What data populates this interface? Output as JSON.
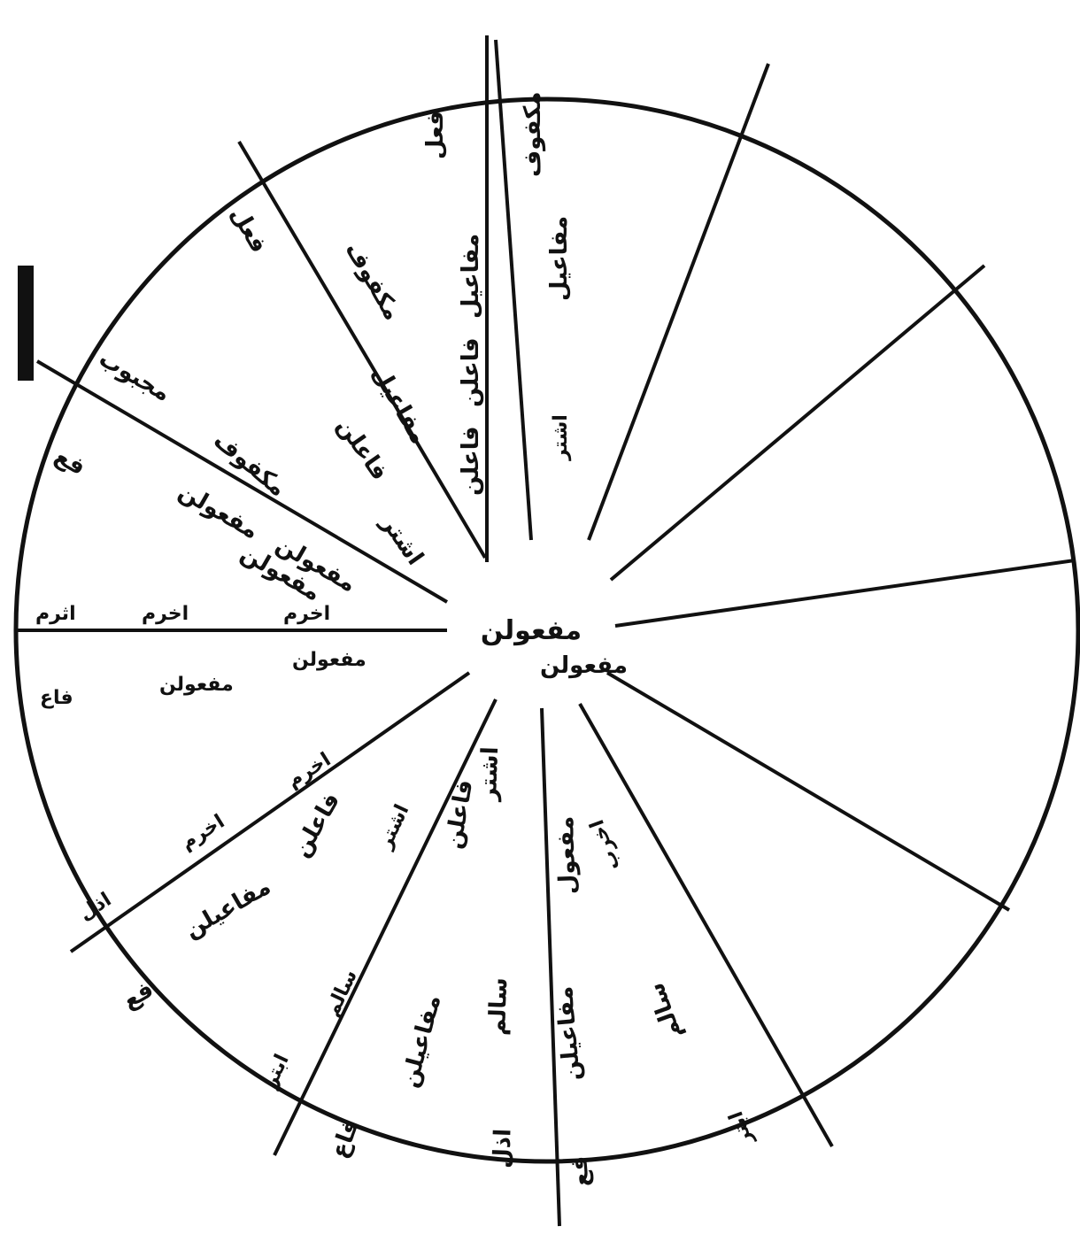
{
  "center_label": "مفعولن",
  "segment_labels": [
    {
      "id": "s1a",
      "text": "مفعولن"
    },
    {
      "id": "s1b",
      "text": "مفعولن"
    },
    {
      "id": "s1c",
      "text": "فع"
    },
    {
      "id": "s2a",
      "text": "اخرم"
    },
    {
      "id": "s2b",
      "text": "اخرم"
    },
    {
      "id": "s2c",
      "text": "اثرم"
    },
    {
      "id": "s3a",
      "text": "مفعولن"
    },
    {
      "id": "s3b",
      "text": "مفعولن"
    },
    {
      "id": "s3c",
      "text": "فاع"
    },
    {
      "id": "s4a",
      "text": "اخرم"
    },
    {
      "id": "s4b",
      "text": "اخرم"
    },
    {
      "id": "s4c",
      "text": "اذل"
    },
    {
      "id": "s5a",
      "text": "فاعلن"
    },
    {
      "id": "s5b",
      "text": "مفاعيلن"
    },
    {
      "id": "s5c",
      "text": "فع"
    },
    {
      "id": "s6a",
      "text": "اشتر"
    },
    {
      "id": "s6b",
      "text": "سالم"
    },
    {
      "id": "s6c",
      "text": "ابتر"
    },
    {
      "id": "s7a",
      "text": "فاعلن"
    },
    {
      "id": "s7b",
      "text": "مفاعيلن"
    },
    {
      "id": "s7c",
      "text": "فاع"
    },
    {
      "id": "s8a",
      "text": "اشتر"
    },
    {
      "id": "s8b",
      "text": "سالم"
    },
    {
      "id": "s8c",
      "text": "اذل"
    },
    {
      "id": "s9a",
      "text": "مفعول"
    },
    {
      "id": "s9b",
      "text": "مفاعيلن"
    },
    {
      "id": "s9c",
      "text": "فع"
    },
    {
      "id": "s10a",
      "text": "اخرب"
    },
    {
      "id": "s10b",
      "text": "سالم"
    },
    {
      "id": "s10c",
      "text": "ابتر"
    },
    {
      "id": "s11a",
      "text": "مفعولن"
    },
    {
      "id": "s12a",
      "text": "اشتر"
    },
    {
      "id": "s12b",
      "text": "فاعلن"
    },
    {
      "id": "s12c",
      "text": "مکفوف"
    },
    {
      "id": "s12d",
      "text": "مفعولن"
    },
    {
      "id": "s13a",
      "text": "فاعلن"
    },
    {
      "id": "s13b",
      "text": "مفاعيل"
    },
    {
      "id": "s13c",
      "text": "مکفوف"
    },
    {
      "id": "s13d",
      "text": "فعل"
    },
    {
      "id": "s14a",
      "text": "اشتر"
    },
    {
      "id": "s14b",
      "text": "مفاعيل"
    },
    {
      "id": "s14c",
      "text": "مکفوف"
    },
    {
      "id": "s14d",
      "text": "مجبوب"
    },
    {
      "id": "s15a",
      "text": "فاعلن"
    },
    {
      "id": "s15b",
      "text": "مفاعيل"
    },
    {
      "id": "s15c",
      "text": "فعل"
    }
  ]
}
